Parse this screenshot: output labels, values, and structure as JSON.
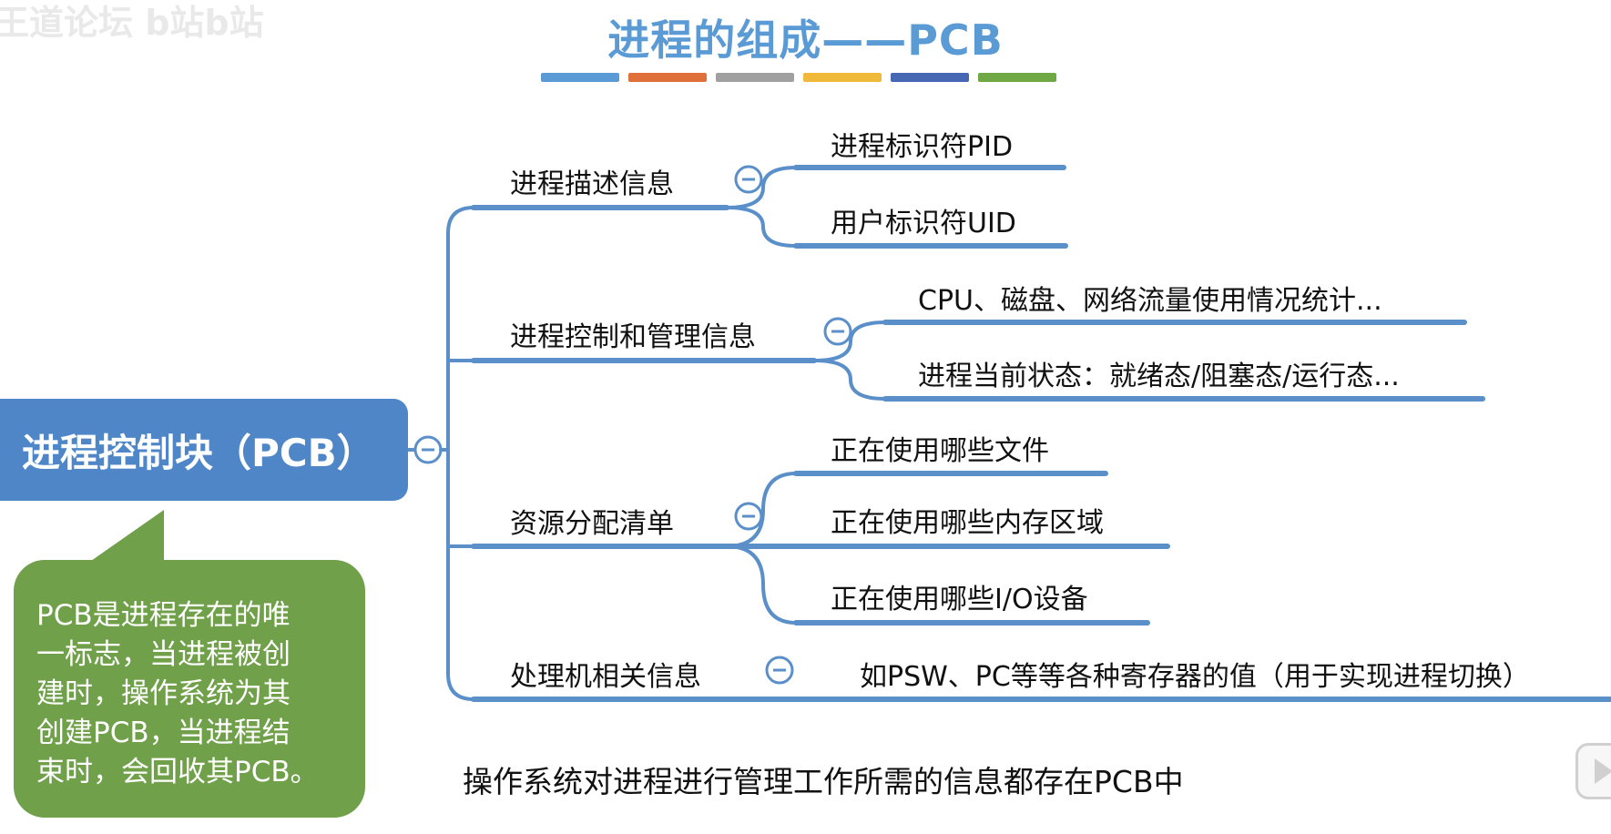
{
  "title": "进程的组成——PCB",
  "watermark": "王道论坛 b站b站",
  "title_stripe_colors": [
    "#5b9bd5",
    "#e0703a",
    "#a0a0a0",
    "#f0b93a",
    "#4667b4",
    "#6fa845"
  ],
  "colors": {
    "line": "#5b8fc9",
    "root": "#4e86c8",
    "callout": "#70a04a"
  },
  "root": {
    "label": "进程控制块（PCB）"
  },
  "callout": {
    "lines": [
      "PCB是进程存在的唯",
      "一标志，当进程被创",
      "建时，操作系统为其",
      "创建PCB，当进程结",
      "束时，会回收其PCB。"
    ]
  },
  "branches": [
    {
      "label": "进程描述信息",
      "children": [
        "进程标识符PID",
        "用户标识符UID"
      ]
    },
    {
      "label": "进程控制和管理信息",
      "children": [
        "CPU、磁盘、网络流量使用情况统计...",
        "进程当前状态：就绪态/阻塞态/运行态..."
      ]
    },
    {
      "label": "资源分配清单",
      "children": [
        "正在使用哪些文件",
        "正在使用哪些内存区域",
        "正在使用哪些I/O设备"
      ]
    },
    {
      "label": "处理机相关信息",
      "children": [
        "如PSW、PC等等各种寄存器的值（用于实现进程切换）"
      ]
    }
  ],
  "collapse_icon": "minus-circle-icon",
  "footnote": "操作系统对进程进行管理工作所需的信息都存在PCB中",
  "play_icon": "play-icon"
}
